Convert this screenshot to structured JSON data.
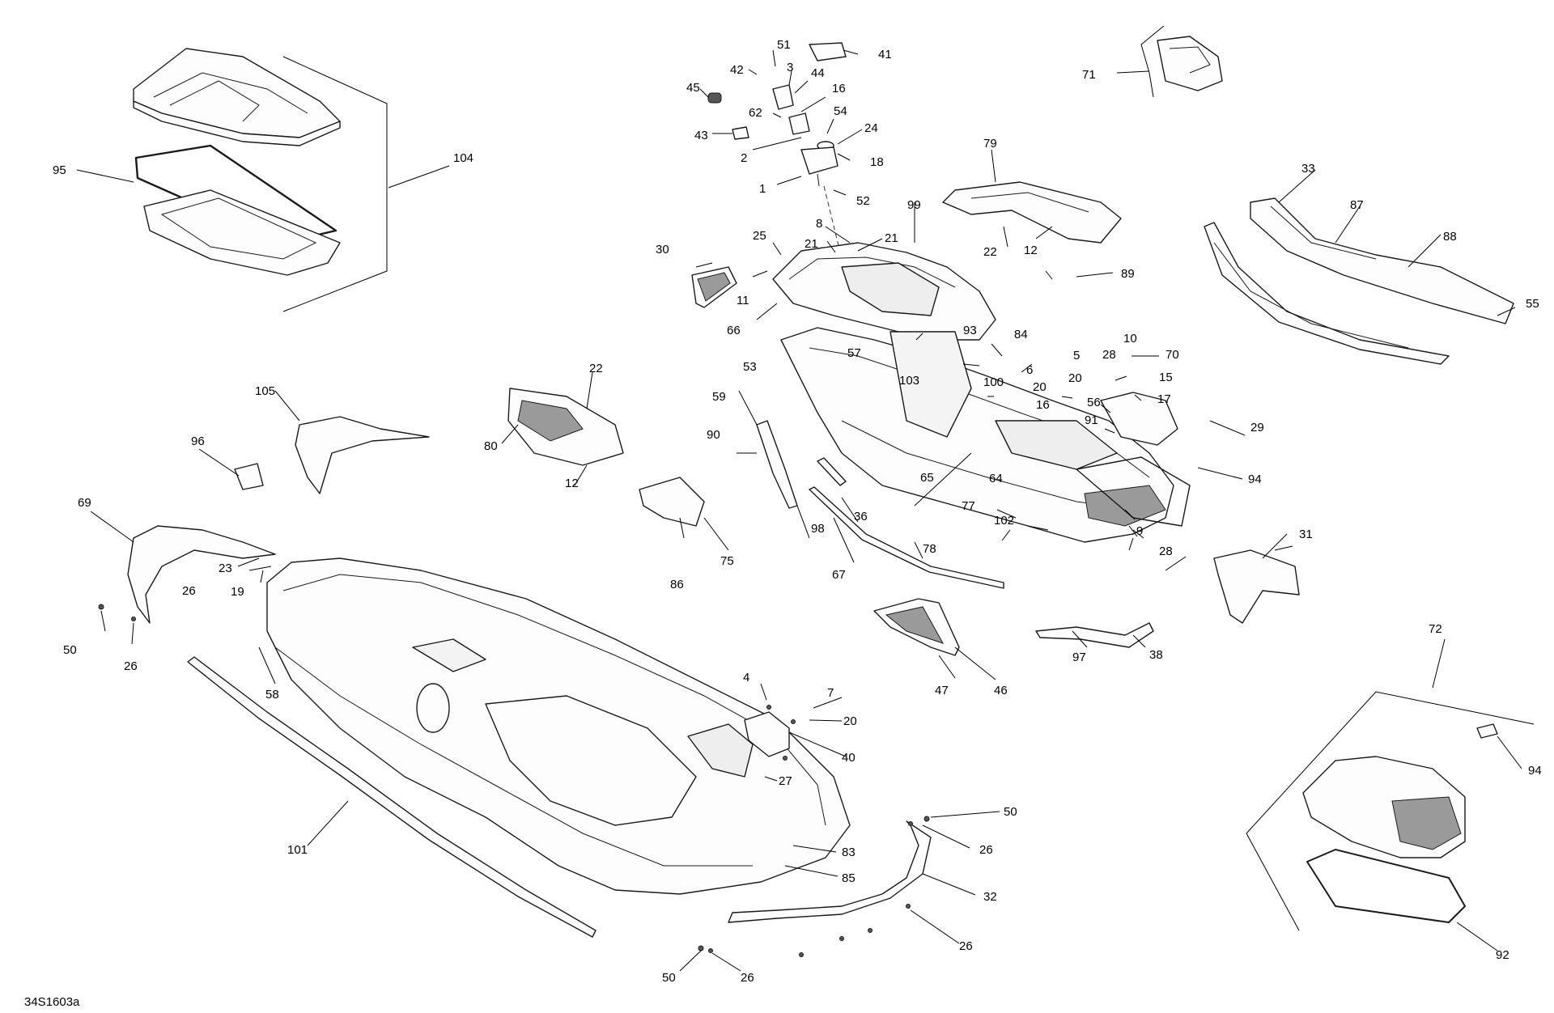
{
  "diagram_code": "34S1603a",
  "callouts": [
    {
      "id": "104",
      "text": "104"
    },
    {
      "id": "95",
      "text": "95"
    },
    {
      "id": "51",
      "text": "51"
    },
    {
      "id": "41",
      "text": "41"
    },
    {
      "id": "42",
      "text": "42"
    },
    {
      "id": "3",
      "text": "3"
    },
    {
      "id": "44",
      "text": "44"
    },
    {
      "id": "45",
      "text": "45"
    },
    {
      "id": "16a",
      "text": "16"
    },
    {
      "id": "62",
      "text": "62"
    },
    {
      "id": "54",
      "text": "54"
    },
    {
      "id": "43",
      "text": "43"
    },
    {
      "id": "24",
      "text": "24"
    },
    {
      "id": "2",
      "text": "2"
    },
    {
      "id": "18",
      "text": "18"
    },
    {
      "id": "1",
      "text": "1"
    },
    {
      "id": "52",
      "text": "52"
    },
    {
      "id": "71",
      "text": "71"
    },
    {
      "id": "79",
      "text": "79"
    },
    {
      "id": "33",
      "text": "33"
    },
    {
      "id": "87",
      "text": "87"
    },
    {
      "id": "88",
      "text": "88"
    },
    {
      "id": "55",
      "text": "55"
    },
    {
      "id": "99",
      "text": "99"
    },
    {
      "id": "8",
      "text": "8"
    },
    {
      "id": "25",
      "text": "25"
    },
    {
      "id": "21a",
      "text": "21"
    },
    {
      "id": "21b",
      "text": "21"
    },
    {
      "id": "22a",
      "text": "22"
    },
    {
      "id": "12a",
      "text": "12"
    },
    {
      "id": "30",
      "text": "30"
    },
    {
      "id": "11",
      "text": "11"
    },
    {
      "id": "66",
      "text": "66"
    },
    {
      "id": "89",
      "text": "89"
    },
    {
      "id": "93",
      "text": "93"
    },
    {
      "id": "84",
      "text": "84"
    },
    {
      "id": "10",
      "text": "10"
    },
    {
      "id": "70",
      "text": "70"
    },
    {
      "id": "5",
      "text": "5"
    },
    {
      "id": "28a",
      "text": "28"
    },
    {
      "id": "15",
      "text": "15"
    },
    {
      "id": "53",
      "text": "53"
    },
    {
      "id": "57",
      "text": "57"
    },
    {
      "id": "20a",
      "text": "20"
    },
    {
      "id": "6",
      "text": "6"
    },
    {
      "id": "100",
      "text": "100"
    },
    {
      "id": "20b",
      "text": "20"
    },
    {
      "id": "17",
      "text": "17"
    },
    {
      "id": "103",
      "text": "103"
    },
    {
      "id": "16b",
      "text": "16"
    },
    {
      "id": "56",
      "text": "56"
    },
    {
      "id": "91",
      "text": "91"
    },
    {
      "id": "29",
      "text": "29"
    },
    {
      "id": "105",
      "text": "105"
    },
    {
      "id": "22b",
      "text": "22"
    },
    {
      "id": "59",
      "text": "59"
    },
    {
      "id": "96",
      "text": "96"
    },
    {
      "id": "80",
      "text": "80"
    },
    {
      "id": "90",
      "text": "90"
    },
    {
      "id": "94a",
      "text": "94"
    },
    {
      "id": "12b",
      "text": "12"
    },
    {
      "id": "65",
      "text": "65"
    },
    {
      "id": "64",
      "text": "64"
    },
    {
      "id": "77",
      "text": "77"
    },
    {
      "id": "69",
      "text": "69"
    },
    {
      "id": "36",
      "text": "36"
    },
    {
      "id": "98",
      "text": "98"
    },
    {
      "id": "102",
      "text": "102"
    },
    {
      "id": "9",
      "text": "9"
    },
    {
      "id": "28b",
      "text": "28"
    },
    {
      "id": "31",
      "text": "31"
    },
    {
      "id": "78",
      "text": "78"
    },
    {
      "id": "75",
      "text": "75"
    },
    {
      "id": "23",
      "text": "23"
    },
    {
      "id": "26a",
      "text": "26"
    },
    {
      "id": "19",
      "text": "19"
    },
    {
      "id": "86",
      "text": "86"
    },
    {
      "id": "67",
      "text": "67"
    },
    {
      "id": "50a",
      "text": "50"
    },
    {
      "id": "26b",
      "text": "26"
    },
    {
      "id": "97",
      "text": "97"
    },
    {
      "id": "38",
      "text": "38"
    },
    {
      "id": "72",
      "text": "72"
    },
    {
      "id": "58",
      "text": "58"
    },
    {
      "id": "47",
      "text": "47"
    },
    {
      "id": "46",
      "text": "46"
    },
    {
      "id": "4",
      "text": "4"
    },
    {
      "id": "7",
      "text": "7"
    },
    {
      "id": "20c",
      "text": "20"
    },
    {
      "id": "40",
      "text": "40"
    },
    {
      "id": "94b",
      "text": "94"
    },
    {
      "id": "27",
      "text": "27"
    },
    {
      "id": "101",
      "text": "101"
    },
    {
      "id": "50b",
      "text": "50"
    },
    {
      "id": "26c",
      "text": "26"
    },
    {
      "id": "83",
      "text": "83"
    },
    {
      "id": "85",
      "text": "85"
    },
    {
      "id": "32",
      "text": "32"
    },
    {
      "id": "26d",
      "text": "26"
    },
    {
      "id": "92",
      "text": "92"
    },
    {
      "id": "50c",
      "text": "50"
    },
    {
      "id": "26e",
      "text": "26"
    }
  ]
}
